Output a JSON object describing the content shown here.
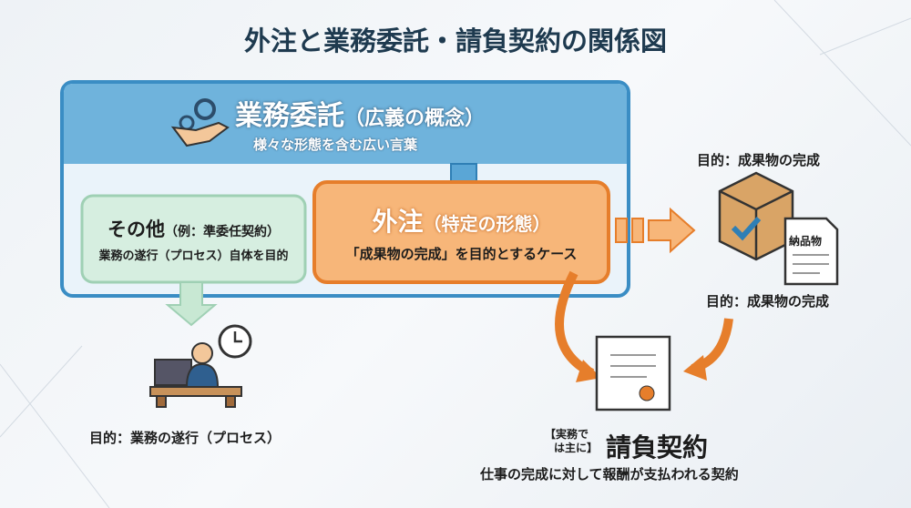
{
  "title": "外注と業務委託・請負契約の関係図",
  "itaku": {
    "title": "業務委託",
    "paren": "（広義の概念）",
    "sub": "様々な形態を含む広い言葉"
  },
  "other": {
    "title": "その他",
    "paren": "（例：準委任契約）",
    "sub": "業務の遂行（プロセス）自体を目的"
  },
  "gaichu": {
    "title": "外注",
    "paren": "（特定の形態）",
    "sub": "「成果物の完成」を目的とするケース"
  },
  "purpose_top": "目的：成果物の完成",
  "purpose_mid": "目的：成果物の完成",
  "purpose_left": "目的：業務の遂行（プロセス）",
  "doc_label": "納品物",
  "ukeoi": {
    "note1": "【実務で",
    "note2": "は主に】",
    "title": "請負契約",
    "sub": "仕事の完成に対して報酬が支払われる契約"
  },
  "colors": {
    "blue": "#3a8dc4",
    "orange": "#e67e2b",
    "green": "#9fd0b4"
  }
}
